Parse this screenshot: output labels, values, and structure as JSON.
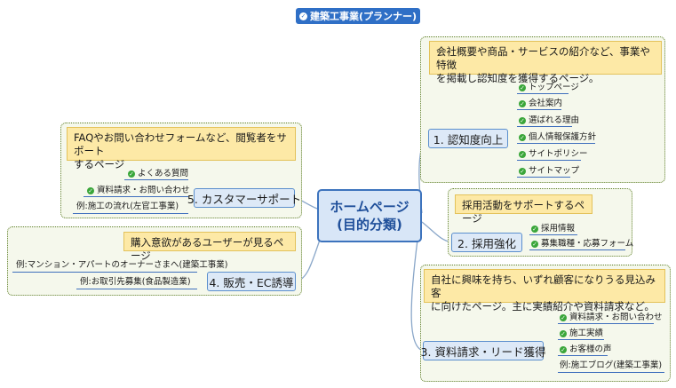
{
  "header_tag": "建築工事業(プランナー)",
  "central": {
    "line1": "ホームページ",
    "line2": "(目的分類)"
  },
  "branches": {
    "awareness": {
      "label": "1. 認知度向上",
      "note_line1": "会社概要や商品・サービスの紹介など、事業や特徴",
      "note_line2": "を掲載し認知度を獲得するページ。",
      "items": [
        "トップページ",
        "会社案内",
        "選ばれる理由",
        "個人情報保護方針",
        "サイトポリシー",
        "サイトマップ"
      ]
    },
    "recruit": {
      "label": "2. 採用強化",
      "note_line1": "採用活動をサポートするページ",
      "items": [
        "採用情報",
        "募集職種・応募フォーム"
      ]
    },
    "leads": {
      "label": "3. 資料請求・リード獲得",
      "note_line1": "自社に興味を持ち、いずれ顧客になりうる見込み客",
      "note_line2": "に向けたページ。主に実績紹介や資料請求など。",
      "items": [
        "資料請求・お問い合わせ",
        "施工実績",
        "お客様の声"
      ],
      "example": "例:施工ブログ(建築工事業)"
    },
    "support": {
      "label": "5. カスタマーサポート",
      "note_line1": "FAQやお問い合わせフォームなど、閲覧者をサポート",
      "note_line2": "するページ",
      "items": [
        "よくある質問",
        "資料請求・お問い合わせ"
      ],
      "example": "例:施工の流れ(左官工事業)"
    },
    "sales": {
      "label": "4. 販売・EC誘導",
      "note_line1": "購入意欲があるユーザーが見るページ",
      "examples": [
        "例:マンション・アパートのオーナーさまへ(建築工事業)",
        "例:お取引先募集(食品製造業)"
      ]
    }
  },
  "icons": {
    "check": "check-circle-icon"
  },
  "colors": {
    "header": "#2f6fc6",
    "topic_fill": "#dde9f7",
    "topic_border": "#5b8fcd",
    "callout": "#fde9a6",
    "group_border": "#5f7f2a",
    "check": "#3aa63a",
    "connector": "#8aa7c9"
  }
}
